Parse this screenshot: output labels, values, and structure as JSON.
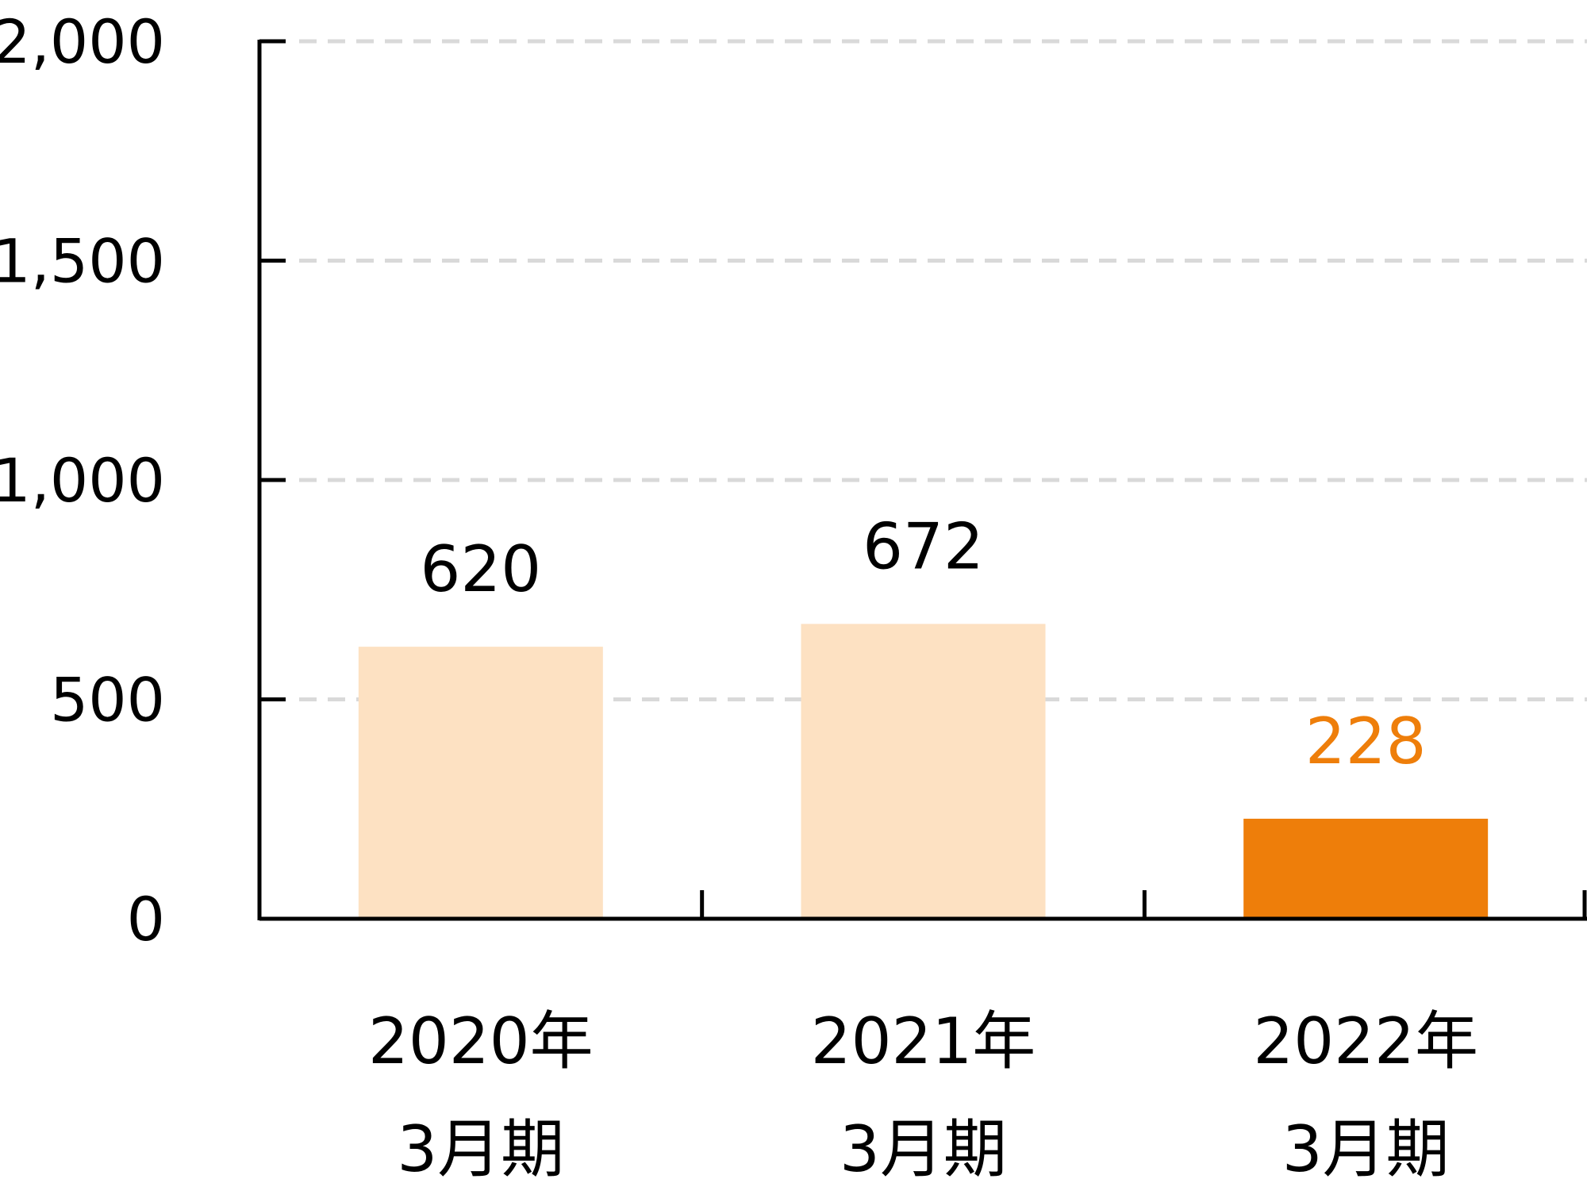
{
  "chart_data": {
    "type": "bar",
    "categories": [
      [
        "2020年",
        "3月期"
      ],
      [
        "2021年",
        "3月期"
      ],
      [
        "2022年",
        "3月期"
      ]
    ],
    "values": [
      620,
      672,
      228
    ],
    "data_labels": [
      "620",
      "672",
      "228"
    ],
    "ylim": [
      0,
      2000
    ],
    "yticks": [
      0,
      500,
      1000,
      1500,
      2000
    ],
    "ytick_labels": [
      "0",
      "500",
      "1,000",
      "1,500",
      "2,000"
    ],
    "grid": "horizontal-dashed",
    "bar_colors": [
      "#FDE1C2",
      "#FDE1C2",
      "#EE7E0A"
    ],
    "label_colors": [
      "#000000",
      "#000000",
      "#EE7E0A"
    ],
    "grid_color": "#D9D9D9",
    "axis_color": "#000000"
  }
}
